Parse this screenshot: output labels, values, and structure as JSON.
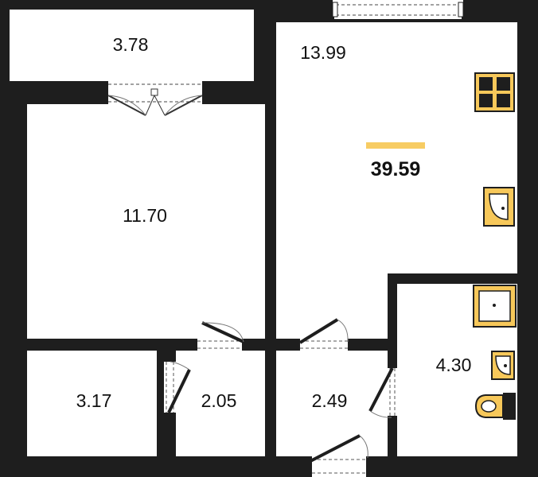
{
  "colors": {
    "wall": "#1e1e1e",
    "floor": "#ffffff",
    "fixture": "#f7c85a",
    "fixture_stroke": "#1e1e1e",
    "accent_bar": "#f7cc63",
    "door_swing": "#555555"
  },
  "total_area": "39.59",
  "rooms": [
    {
      "id": "balcony",
      "area": "3.78"
    },
    {
      "id": "kitchen-living",
      "area": "13.99"
    },
    {
      "id": "bedroom",
      "area": "11.70"
    },
    {
      "id": "storage",
      "area": "3.17"
    },
    {
      "id": "corridor",
      "area": "2.05"
    },
    {
      "id": "hallway",
      "area": "2.49"
    },
    {
      "id": "bathroom",
      "area": "4.30"
    }
  ],
  "icons": [
    "stove-icon",
    "kitchen-sink-icon",
    "shower-tray-icon",
    "washbasin-icon",
    "toilet-icon",
    "door-icon",
    "window-icon"
  ]
}
